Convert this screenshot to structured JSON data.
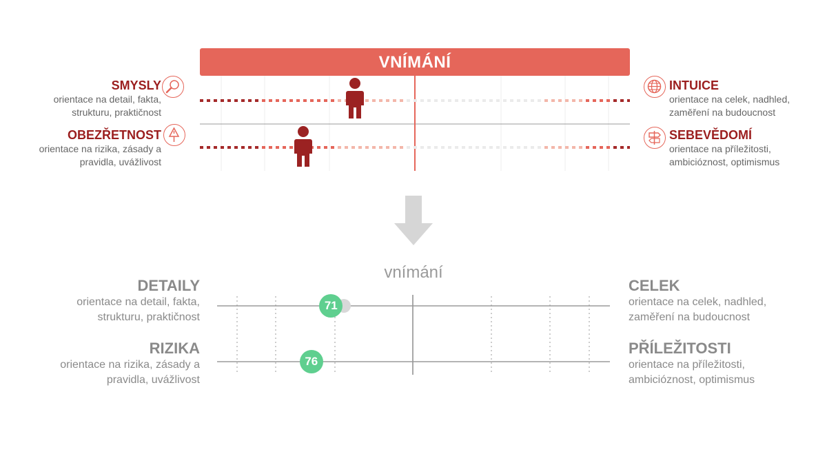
{
  "top": {
    "banner": "VNÍMÁNÍ",
    "rows": [
      {
        "left_title": "SMYSLY",
        "left_desc": [
          "orientace na detail, fakta,",
          "strukturu, praktičnost"
        ],
        "left_icon": "magnifier-icon",
        "right_title": "INTUICE",
        "right_desc": [
          "orientace na celek, nadhled,",
          "zaměření na budoucnost"
        ],
        "right_icon": "globe-icon",
        "marker_fraction": 0.36
      },
      {
        "left_title": "OBEZŘETNOST",
        "left_desc": [
          "orientace na rizika, zásady a",
          "pravidla, uvážlivost"
        ],
        "left_icon": "warning-sign-icon",
        "right_title": "SEBEVĚDOMÍ",
        "right_desc": [
          "orientace na příležitosti,",
          "ambicióznost, optimismus"
        ],
        "right_icon": "signpost-icon",
        "marker_fraction": 0.24
      }
    ],
    "colors": {
      "accent": "#e5665a",
      "dark_red": "#9b1e1e",
      "person": "#9b2222"
    }
  },
  "arrow_icon": "down-arrow-icon",
  "bottom": {
    "label": "vnímání",
    "rows": [
      {
        "left_title": "DETAILY",
        "left_desc": [
          "orientace na detail, fakta,",
          "strukturu, praktičnost"
        ],
        "right_title": "CELEK",
        "right_desc": [
          "orientace na celek, nadhled,",
          "zaměření na budoucnost"
        ],
        "score": "71",
        "score_fraction": 0.29
      },
      {
        "left_title": "RIZIKA",
        "left_desc": [
          "orientace na rizika, zásady a",
          "pravidla, uvážlivost"
        ],
        "right_title": "PŘÍLEŽITOSTI",
        "right_desc": [
          "orientace na příležitosti,",
          "ambicióznost, optimismus"
        ],
        "score": "76",
        "score_fraction": 0.24
      }
    ],
    "colors": {
      "score": "#5fcf8f",
      "text": "#8a8a8a"
    }
  }
}
